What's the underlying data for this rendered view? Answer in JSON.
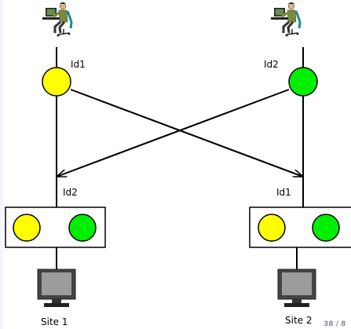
{
  "users": [
    {
      "id": "Id1",
      "color": "#ffff00"
    },
    {
      "id": "Id2",
      "color": "#00ee00"
    }
  ],
  "arrow_labels": [
    "Id2",
    "Id1"
  ],
  "sites": [
    {
      "name": "Site 1",
      "lights": [
        "#ffff00",
        "#00ee00"
      ]
    },
    {
      "name": "Site 2",
      "lights": [
        "#ffff00",
        "#00ee00"
      ]
    }
  ],
  "page_number": "38 / 8"
}
